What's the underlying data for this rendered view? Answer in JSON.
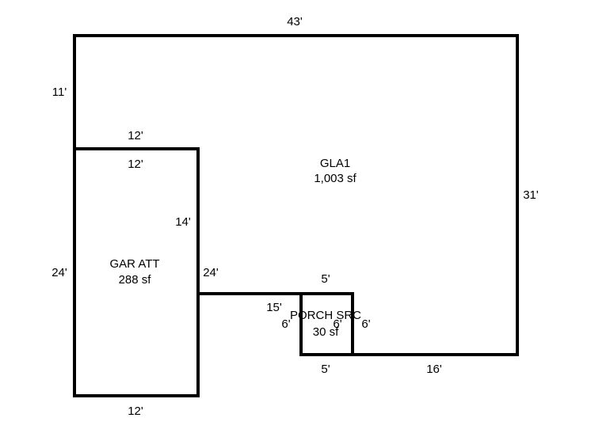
{
  "colors": {
    "line": "#000000",
    "background": "#ffffff"
  },
  "areas": {
    "gla1": {
      "name": "GLA1",
      "area": "1,003 sf"
    },
    "garage": {
      "name": "GAR ATT",
      "area": "288 sf"
    },
    "porch": {
      "name": "PORCH SRC",
      "area": "30 sf"
    }
  },
  "dimensions": {
    "gla_top": "43'",
    "gla_left_upper": "11'",
    "gla_right": "31'",
    "gla_bottom_right": "16'",
    "gla_inner_left": "14'",
    "gla_inner_bottom": "15'",
    "garage_top_outer": "12'",
    "garage_top_inner": "12'",
    "garage_left": "24'",
    "garage_right": "24'",
    "garage_bottom": "12'",
    "porch_top": "5'",
    "porch_bottom": "5'",
    "porch_left": "6'",
    "porch_right_inner": "6'",
    "porch_right_outer": "6'"
  }
}
